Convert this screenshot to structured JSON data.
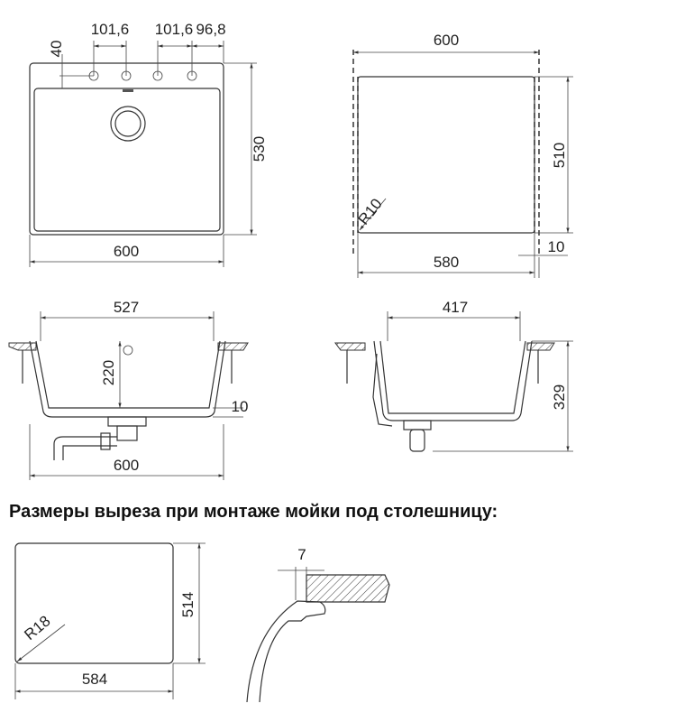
{
  "top_view": {
    "hole_spacing_1": "101,6",
    "hole_spacing_2": "101,6",
    "hole_edge": "96,8",
    "hole_offset": "40",
    "depth": "530",
    "width": "600"
  },
  "cutout_template": {
    "width_outer": "600",
    "height": "510",
    "radius": "R10",
    "width_inner": "580",
    "margin": "10"
  },
  "front_section": {
    "bowl_width": "527",
    "bowl_depth": "220",
    "rim": "10",
    "width": "600"
  },
  "side_section": {
    "bowl_length": "417",
    "total_depth": "329"
  },
  "heading": "Размеры выреза при монтаже мойки под столешницу:",
  "undermount_cutout": {
    "radius": "R18",
    "height": "514",
    "width": "584"
  },
  "detail": {
    "offset": "7"
  }
}
